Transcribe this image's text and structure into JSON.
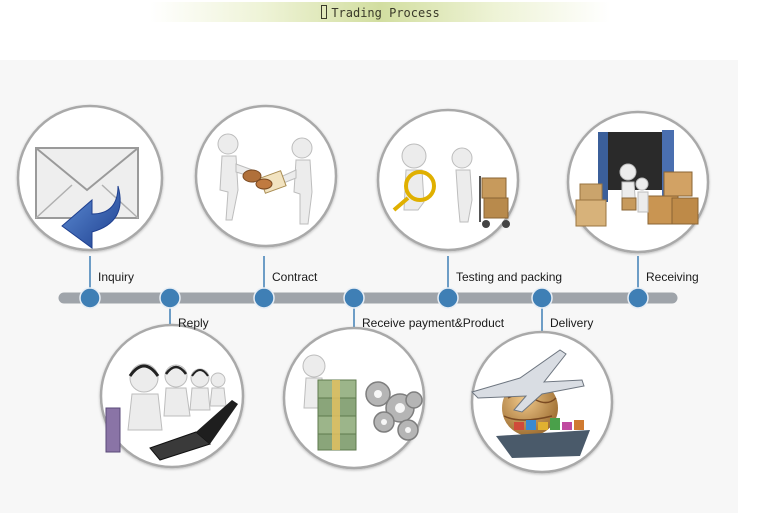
{
  "title": "Trading Process",
  "colors": {
    "timeline": "#9fa4aa",
    "node": "#3f7fb5",
    "circle_border": "#a9a9a9",
    "circle_fill": "#ffffff",
    "header_band": "#d2dea0"
  },
  "steps": [
    {
      "label": "Inquiry",
      "position": "top",
      "icon": "envelope-return-icon"
    },
    {
      "label": "Reply",
      "position": "bottom",
      "icon": "call-center-icon"
    },
    {
      "label": "Contract",
      "position": "top",
      "icon": "handshake-contract-icon"
    },
    {
      "label": "Receive payment&Product",
      "position": "bottom",
      "icon": "money-gears-icon"
    },
    {
      "label": "Testing and packing",
      "position": "top",
      "icon": "inspect-packing-icon"
    },
    {
      "label": "Delivery",
      "position": "bottom",
      "icon": "plane-ship-icon"
    },
    {
      "label": "Receiving",
      "position": "top",
      "icon": "container-boxes-icon"
    }
  ]
}
